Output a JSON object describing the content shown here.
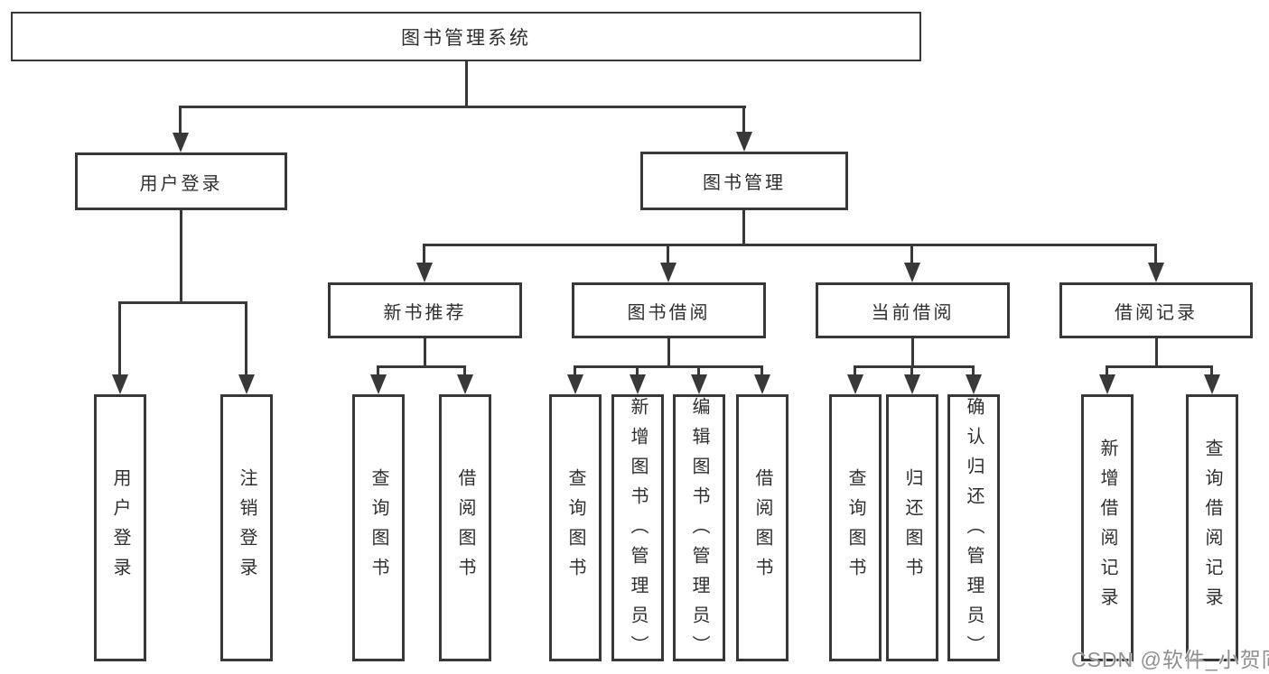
{
  "watermark": "CSDN @软件_小贺同学",
  "colors": {
    "background": "#ffffff",
    "box_border": "#383838",
    "connector_line": "#383838",
    "text": "#2f2f2f",
    "watermark_text": "#8f8f8f"
  },
  "tree": {
    "label": "图书管理系统",
    "children": [
      {
        "label": "用户登录",
        "children": [
          {
            "label": "用户登录"
          },
          {
            "label": "注销登录"
          }
        ]
      },
      {
        "label": "图书管理",
        "children": [
          {
            "label": "新书推荐",
            "children": [
              {
                "label": "查询图书"
              },
              {
                "label": "借阅图书"
              }
            ]
          },
          {
            "label": "图书借阅",
            "children": [
              {
                "label": "查询图书"
              },
              {
                "label": "新增图书（管理员）"
              },
              {
                "label": "编辑图书（管理员）"
              },
              {
                "label": "借阅图书"
              }
            ]
          },
          {
            "label": "当前借阅",
            "children": [
              {
                "label": "查询图书"
              },
              {
                "label": "归还图书"
              },
              {
                "label": "确认归还（管理员）"
              }
            ]
          },
          {
            "label": "借阅记录",
            "children": [
              {
                "label": "新增借阅记录"
              },
              {
                "label": "查询借阅记录"
              }
            ]
          }
        ]
      }
    ]
  }
}
